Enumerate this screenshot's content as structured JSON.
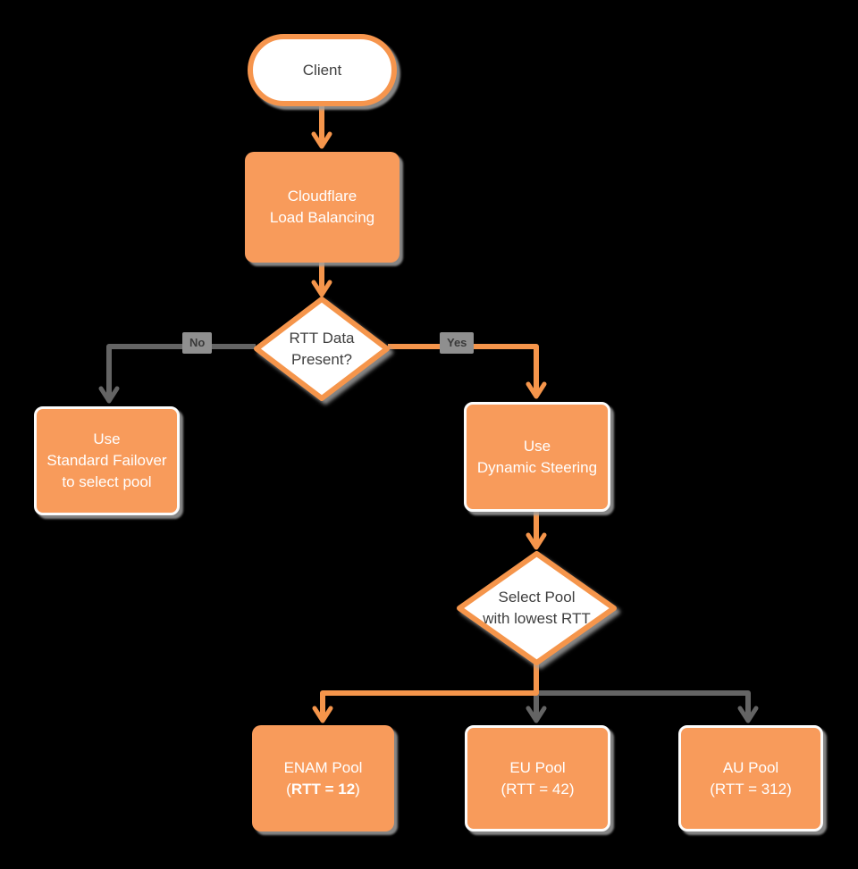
{
  "diagram": {
    "type": "flowchart",
    "background": "#000000",
    "colors": {
      "node_fill_orange": "#F89B5B",
      "stroke_orange": "#F5954B",
      "connector_gray": "#646464",
      "node_border_white": "#FCFCFC",
      "text_on_orange": "#FFFFFF",
      "text_on_white": "#3F3F3F",
      "edge_label_bg": "#8F8F8F",
      "shadow_gray": "#9E9E9E"
    }
  },
  "nodes": {
    "client": {
      "label": "Client"
    },
    "cloudflare": {
      "line1": "Cloudflare",
      "line2": "Load Balancing"
    },
    "rtt_decision": {
      "line1": "RTT Data",
      "line2": "Present?"
    },
    "failover": {
      "line1": "Use",
      "line2": "Standard Failover",
      "line3": "to select pool"
    },
    "dynamic_steering": {
      "line1": "Use",
      "line2": "Dynamic Steering"
    },
    "select_pool": {
      "line1": "Select Pool",
      "line2": "with lowest RTT"
    },
    "enam_pool": {
      "line1": "ENAM Pool",
      "value_open": "(",
      "value_bold": "RTT = 12",
      "value_close": ")"
    },
    "eu_pool": {
      "line1": "EU Pool",
      "line2": "(RTT = 42)"
    },
    "au_pool": {
      "line1": "AU Pool",
      "line2": "(RTT = 312)"
    }
  },
  "edge_labels": {
    "no": "No",
    "yes": "Yes"
  },
  "connections": [
    {
      "from": "Client",
      "to": "Cloudflare Load Balancing",
      "style": "orange"
    },
    {
      "from": "Cloudflare Load Balancing",
      "to": "RTT Data Present?",
      "style": "orange"
    },
    {
      "from": "RTT Data Present?",
      "to": "Use Standard Failover to select pool",
      "label": "No",
      "style": "gray"
    },
    {
      "from": "RTT Data Present?",
      "to": "Use Dynamic Steering",
      "label": "Yes",
      "style": "orange"
    },
    {
      "from": "Use Dynamic Steering",
      "to": "Select Pool with lowest RTT",
      "style": "orange"
    },
    {
      "from": "Select Pool with lowest RTT",
      "to": "ENAM Pool (RTT = 12)",
      "style": "orange"
    },
    {
      "from": "Select Pool with lowest RTT",
      "to": "EU Pool (RTT = 42)",
      "style": "gray"
    },
    {
      "from": "Select Pool with lowest RTT",
      "to": "AU Pool (RTT = 312)",
      "style": "gray"
    }
  ]
}
